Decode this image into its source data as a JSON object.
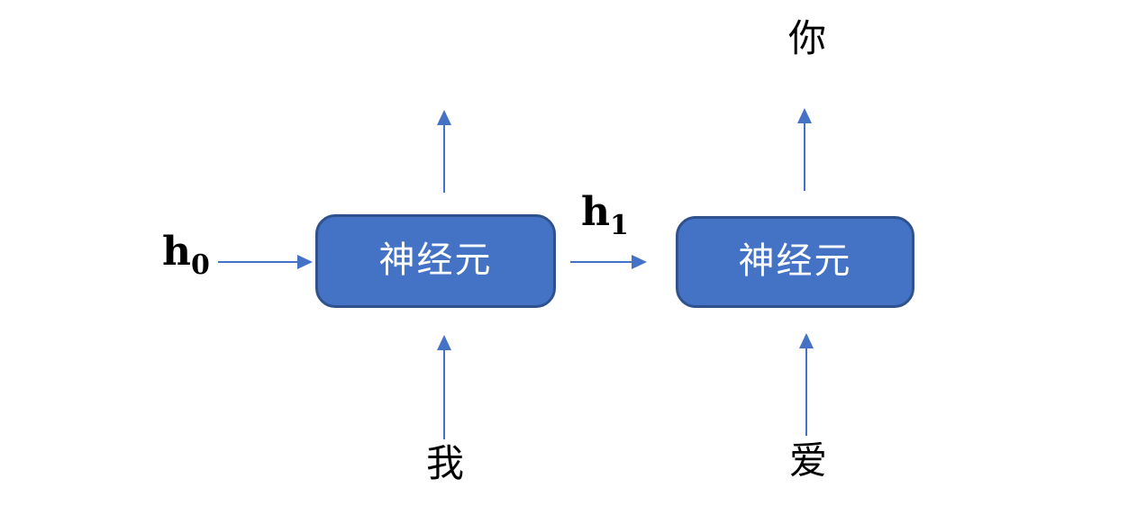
{
  "colors": {
    "node_fill": "#4472C4",
    "node_border": "#2F528F",
    "arrow": "#4472C4",
    "text": "#000000",
    "node_text": "#ffffff"
  },
  "diagram": {
    "type": "rnn-unrolled",
    "nodes": [
      {
        "label": "神经元"
      },
      {
        "label": "神经元"
      }
    ],
    "hidden_states": {
      "h0": {
        "base": "h",
        "sub": "0"
      },
      "h1": {
        "base": "h",
        "sub": "1"
      }
    },
    "inputs": [
      "我",
      "爱"
    ],
    "outputs": [
      "你"
    ]
  }
}
